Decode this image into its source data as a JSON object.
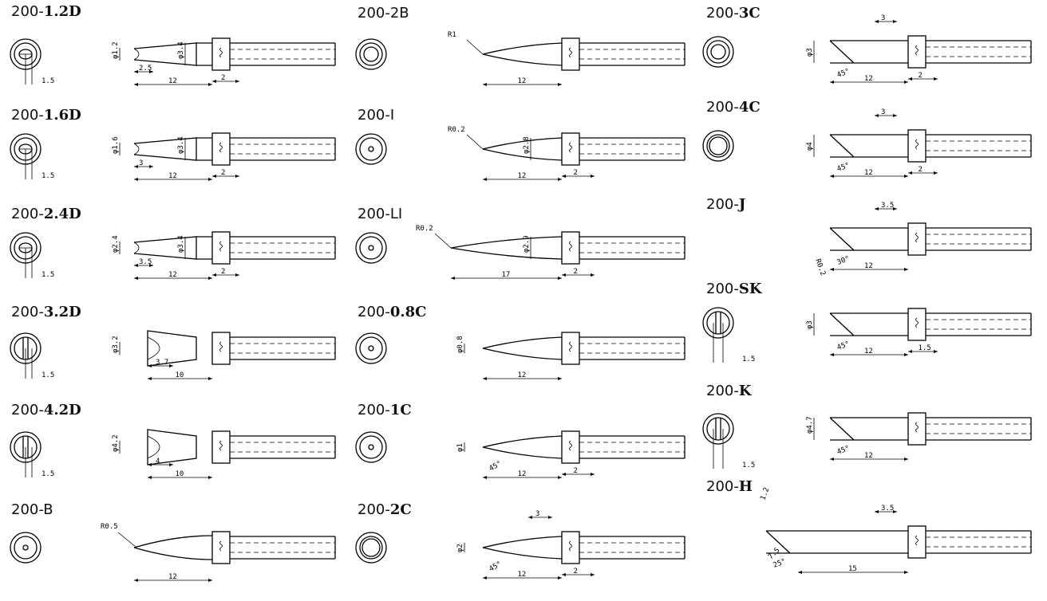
{
  "tips": [
    {
      "prefix": "200-",
      "code": "1.2D",
      "bold": true,
      "dims": {
        "d1": "φ1.2",
        "d2": "φ3.4",
        "len1": "2.5",
        "len2": "12",
        "len3": "2",
        "end": "1.5"
      }
    },
    {
      "prefix": "200-",
      "code": "1.6D",
      "bold": true,
      "dims": {
        "d1": "φ1.6",
        "d2": "φ3.4",
        "len1": "3",
        "len2": "12",
        "len3": "2",
        "end": "1.5"
      }
    },
    {
      "prefix": "200-",
      "code": "2.4D",
      "bold": true,
      "dims": {
        "d1": "φ2.4",
        "d2": "φ3.4",
        "len1": "3.5",
        "len2": "12",
        "len3": "2",
        "end": "1.5"
      }
    },
    {
      "prefix": "200-",
      "code": "3.2D",
      "bold": true,
      "dims": {
        "d1": "φ3.2",
        "len1": "3.7",
        "len2": "10",
        "end": "1.5"
      }
    },
    {
      "prefix": "200-",
      "code": "4.2D",
      "bold": true,
      "dims": {
        "d1": "φ4.2",
        "len1": "4",
        "len2": "10",
        "end": "1.5"
      }
    },
    {
      "prefix": "200-",
      "code": "B",
      "bold": false,
      "dims": {
        "r": "R0.5",
        "len2": "12"
      }
    },
    {
      "prefix": "200-",
      "code": "2B",
      "bold": false,
      "dims": {
        "r": "R1",
        "len2": "12"
      }
    },
    {
      "prefix": "200-",
      "code": "I",
      "bold": false,
      "dims": {
        "r": "R0.2",
        "d2": "φ2.8",
        "len2": "12",
        "len3": "2"
      }
    },
    {
      "prefix": "200-",
      "code": "LI",
      "bold": false,
      "dims": {
        "r": "R0.2",
        "d2": "φ2.9",
        "len2": "17",
        "len3": "2"
      }
    },
    {
      "prefix": "200-",
      "code": "0.8C",
      "bold": true,
      "dims": {
        "d1": "φ0.8",
        "len2": "12"
      }
    },
    {
      "prefix": "200-",
      "code": "1C",
      "bold": true,
      "dims": {
        "d1": "φ1",
        "angle": "45°",
        "len2": "12",
        "len3": "2"
      }
    },
    {
      "prefix": "200-",
      "code": "2C",
      "bold": true,
      "dims": {
        "d1": "φ2",
        "angle": "45°",
        "len1": "3",
        "len2": "12",
        "len3": "2"
      }
    },
    {
      "prefix": "200-",
      "code": "3C",
      "bold": true,
      "dims": {
        "d1": "φ3",
        "angle": "45°",
        "len1": "3",
        "len2": "12",
        "len3": "2"
      }
    },
    {
      "prefix": "200-",
      "code": "4C",
      "bold": true,
      "dims": {
        "d1": "φ4",
        "angle": "45°",
        "len1": "3",
        "len2": "12",
        "len3": "2"
      }
    },
    {
      "prefix": "200-",
      "code": "J",
      "bold": true,
      "dims": {
        "angle": "30°",
        "len1": "3.5",
        "r": "R0.2",
        "len2": "12"
      }
    },
    {
      "prefix": "200-",
      "code": "SK",
      "bold": true,
      "dims": {
        "d1": "φ3",
        "angle": "45°",
        "len2": "12",
        "len3": "1.5",
        "end": "1.5"
      }
    },
    {
      "prefix": "200-",
      "code": "K",
      "bold": true,
      "dims": {
        "d1": "φ4.7",
        "angle": "45°",
        "len2": "12",
        "end": "1.5"
      }
    },
    {
      "prefix": "200-",
      "code": "H",
      "bold": true,
      "dims": {
        "d1": "1.2",
        "len1": "3.5",
        "len4": "7.5",
        "angle": "25°",
        "len2": "15"
      }
    }
  ]
}
